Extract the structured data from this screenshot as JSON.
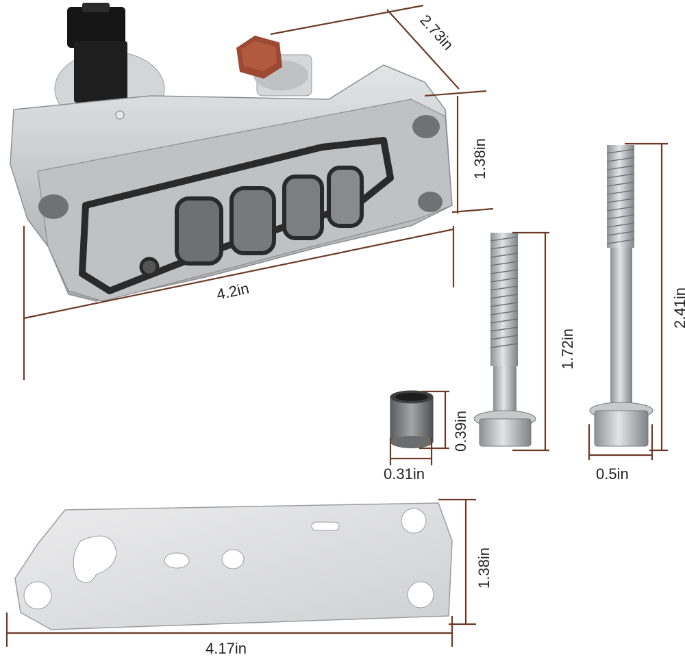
{
  "colors": {
    "dimension_line": "#6b3a26",
    "aluminum": "#c9cbcc",
    "aluminum_dark": "#9a9c9e",
    "gasket": "#2a2a2a",
    "connector_black": "#151515",
    "connector_brown": "#9c4a33",
    "bolt_steel": "#b8bcbf",
    "plate": "#d8d9da"
  },
  "icons": {
    "solenoid": "vtec-spool-valve-solenoid",
    "bolt_short": "flange-bolt",
    "bolt_long": "flange-bolt",
    "sleeve": "dowel-sleeve",
    "plate": "gasket-plate"
  },
  "dimensions": {
    "solenoid_depth": "2.73in",
    "solenoid_height": "1.38in",
    "solenoid_length": "4.2in",
    "short_bolt_length": "1.72in",
    "long_bolt_length": "2.41in",
    "sleeve_height": "0.39in",
    "sleeve_width": "0.31in",
    "bolt_head_width": "0.5in",
    "plate_height": "1.38in",
    "plate_length": "4.17in"
  }
}
